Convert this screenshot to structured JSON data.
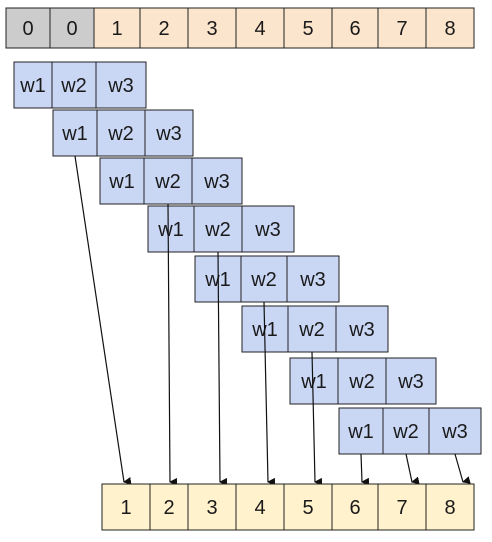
{
  "input_row": {
    "cells": [
      "0",
      "0",
      "1",
      "2",
      "3",
      "4",
      "5",
      "6",
      "7",
      "8"
    ],
    "padding_color": "#cccccc",
    "data_color": "#fce5cd"
  },
  "kernel": {
    "labels": [
      "w1",
      "w2",
      "w3"
    ],
    "color": "#c9d7f5"
  },
  "output_row": {
    "cells": [
      "1",
      "2",
      "3",
      "4",
      "5",
      "6",
      "7",
      "8"
    ],
    "color": "#fff2cc"
  },
  "colors": {
    "border": "#222222",
    "arrow": "#111111"
  }
}
